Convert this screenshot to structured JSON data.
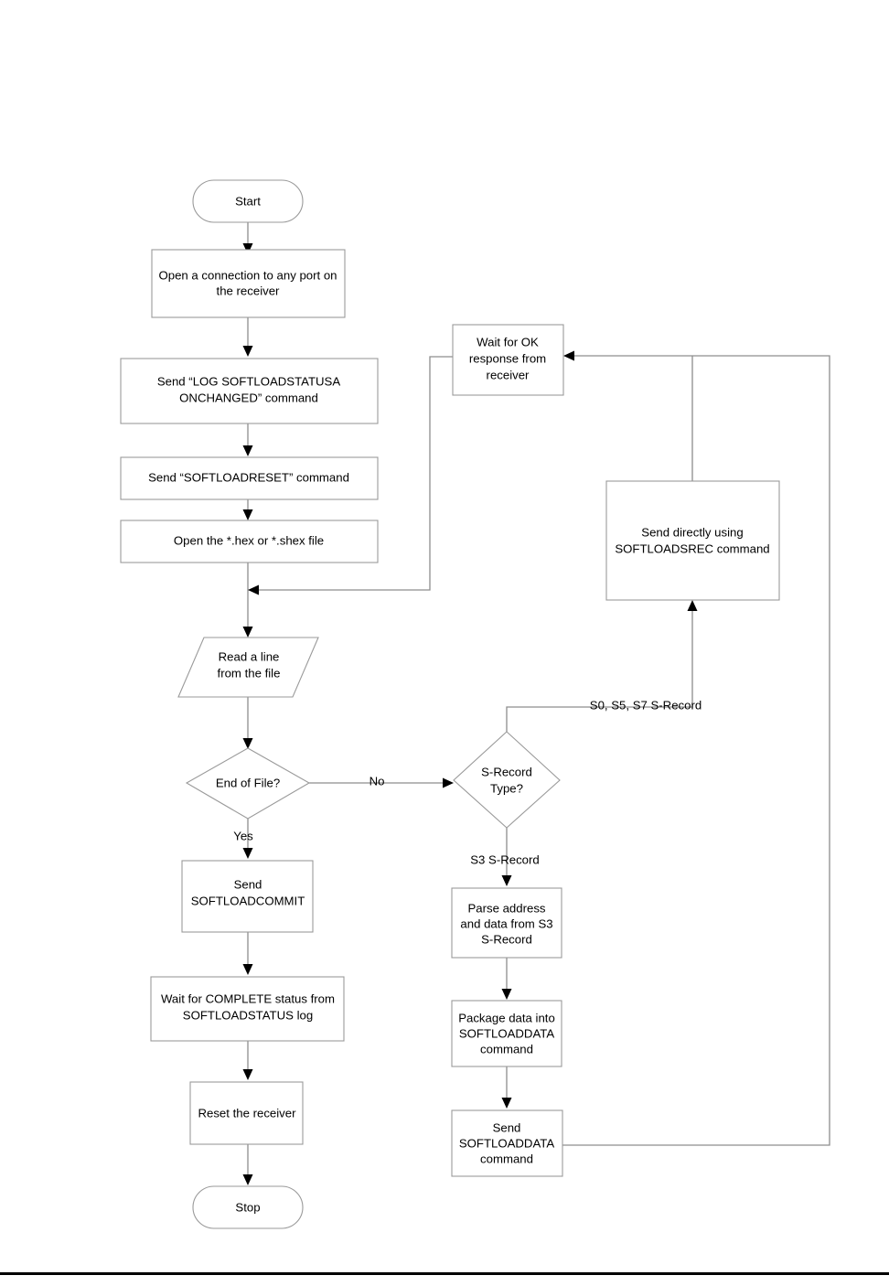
{
  "document": {
    "type": "flowchart",
    "title": "Softload firmware update procedure flowchart",
    "colors": {
      "background": "#ffffff",
      "node_stroke": "#9a9a9a",
      "connector": "#8d8d8d",
      "arrowhead": "#000000",
      "text": "#000000",
      "footer_rule": "#000000"
    }
  },
  "nodes": {
    "start": {
      "label": "Start",
      "shape": "terminator"
    },
    "open_connection": {
      "label_line1": "Open a connection to any port on",
      "label_line2": "the receiver",
      "shape": "process"
    },
    "send_log": {
      "label_line1": "Send “LOG SOFTLOADSTATUSA",
      "label_line2": "ONCHANGED” command",
      "shape": "process"
    },
    "send_reset": {
      "label_line1": "Send “SOFTLOADRESET” command",
      "shape": "process"
    },
    "open_file": {
      "label_line1": "Open the *.hex or *.shex file",
      "shape": "process"
    },
    "read_line": {
      "label_line1": "Read a line",
      "label_line2": "from the file",
      "shape": "data"
    },
    "end_of_file": {
      "label_line1": "End of File?",
      "shape": "decision"
    },
    "send_commit": {
      "label_line1": "Send",
      "label_line2": "SOFTLOADCOMMIT",
      "shape": "process"
    },
    "wait_complete": {
      "label_line1": "Wait for COMPLETE status from",
      "label_line2": "SOFTLOADSTATUS log",
      "shape": "process"
    },
    "reset_receiver": {
      "label_line1": "Reset the receiver",
      "shape": "process"
    },
    "stop": {
      "label": "Stop",
      "shape": "terminator"
    },
    "srecord_type": {
      "label_line1": "S-Record",
      "label_line2": "Type?",
      "shape": "decision"
    },
    "parse_address": {
      "label_line1": "Parse address",
      "label_line2": "and data from S3",
      "label_line3": "S-Record",
      "shape": "process"
    },
    "package_data": {
      "label_line1": "Package data into",
      "label_line2": "SOFTLOADDATA",
      "label_line3": "command",
      "shape": "process"
    },
    "send_data": {
      "label_line1": "Send",
      "label_line2": "SOFTLOADDATA",
      "label_line3": "command",
      "shape": "process"
    },
    "send_srec": {
      "label_line1": "Send directly using",
      "label_line2": "SOFTLOADSREC command",
      "shape": "process"
    },
    "wait_ok": {
      "label_line1": "Wait for OK",
      "label_line2": "response from",
      "label_line3": "receiver",
      "shape": "process"
    }
  },
  "edge_labels": {
    "eof_no": "No",
    "eof_yes": "Yes",
    "srec_s3": "S3 S-Record",
    "srec_other": "S0, S5, S7 S-Record"
  }
}
